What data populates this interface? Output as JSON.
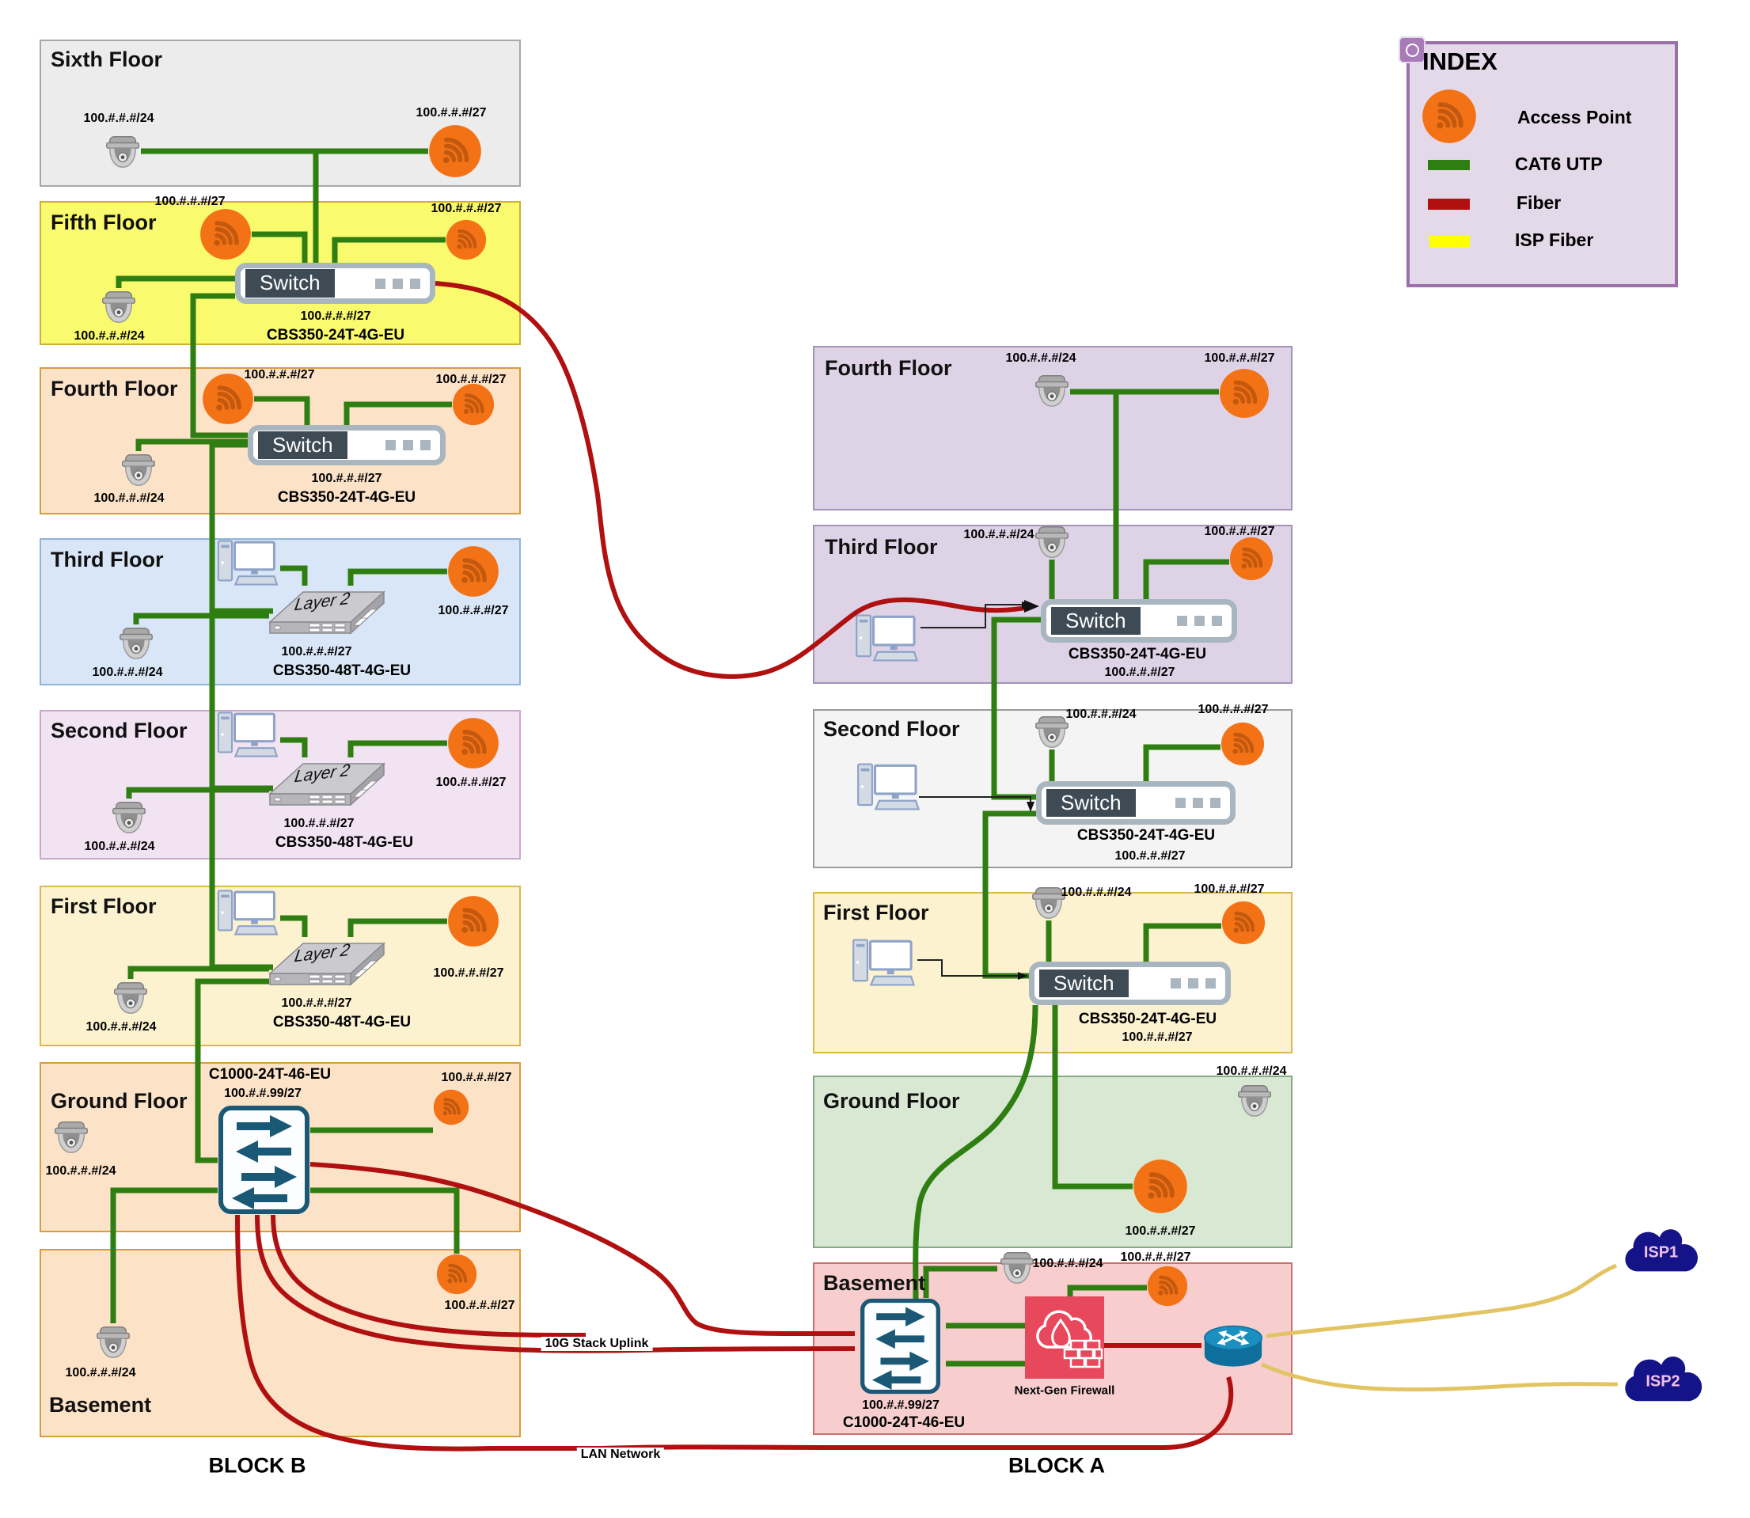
{
  "legend": {
    "title": "INDEX",
    "access_point_label": "Access Point",
    "cat6_label": "CAT6 UTP",
    "fiber_label": "Fiber",
    "isp_fiber_label": "ISP Fiber"
  },
  "colors": {
    "cat6": "#2f7e11",
    "fiber": "#b01010",
    "isp_fiber": "#e3c462",
    "access_point": "#f47216"
  },
  "labels": {
    "stack_uplink": "10G Stack Uplink",
    "lan": "LAN Network"
  },
  "isps": [
    {
      "name": "ISP1"
    },
    {
      "name": "ISP2"
    }
  ],
  "blocks": {
    "block_b": {
      "label": "BLOCK B",
      "floors": [
        {
          "name": "Sixth Floor",
          "camera_ip": "100.#.#.#/24",
          "ap_ip": "100.#.#.#/27"
        },
        {
          "name": "Fifth Floor",
          "ap1_ip": "100.#.#.#/27",
          "ap2_ip": "100.#.#.#/27",
          "camera_ip": "100.#.#.#/24",
          "switch_text": "Switch",
          "switch_ip": "100.#.#.#/27",
          "switch_model": "CBS350-24T-4G-EU"
        },
        {
          "name": "Fourth Floor",
          "ap1_ip": "100.#.#.#/27",
          "ap2_ip": "100.#.#.#/27",
          "camera_ip": "100.#.#.#/24",
          "switch_text": "Switch",
          "switch_ip": "100.#.#.#/27",
          "switch_model": "CBS350-24T-4G-EU"
        },
        {
          "name": "Third Floor",
          "device_text": "Layer 2",
          "ap_ip": "100.#.#.#/27",
          "camera_ip": "100.#.#.#/24",
          "switch_ip": "100.#.#.#/27",
          "switch_model": "CBS350-48T-4G-EU"
        },
        {
          "name": "Second Floor",
          "device_text": "Layer 2",
          "ap_ip": "100.#.#.#/27",
          "camera_ip": "100.#.#.#/24",
          "switch_ip": "100.#.#.#/27",
          "switch_model": "CBS350-48T-4G-EU"
        },
        {
          "name": "First Floor",
          "device_text": "Layer 2",
          "ap_ip": "100.#.#.#/27",
          "camera_ip": "100.#.#.#/24",
          "switch_ip": "100.#.#.#/27",
          "switch_model": "CBS350-48T-4G-EU"
        },
        {
          "name": "Ground Floor",
          "switch_model": "C1000-24T-46-EU",
          "switch_ip": "100.#.#.99/27",
          "ap_ip": "100.#.#.#/27",
          "camera_ip": "100.#.#.#/24"
        },
        {
          "name": "Basement",
          "camera_ip": "100.#.#.#/24",
          "ap_ip": "100.#.#.#/27"
        }
      ]
    },
    "block_a": {
      "label": "BLOCK A",
      "floors": [
        {
          "name": "Fourth Floor",
          "camera_ip": "100.#.#.#/24",
          "ap_ip": "100.#.#.#/27"
        },
        {
          "name": "Third Floor",
          "camera_ip": "100.#.#.#/24",
          "ap_ip": "100.#.#.#/27",
          "switch_text": "Switch",
          "switch_model": "CBS350-24T-4G-EU",
          "switch_ip": "100.#.#.#/27"
        },
        {
          "name": "Second Floor",
          "camera_ip": "100.#.#.#/24",
          "ap_ip": "100.#.#.#/27",
          "switch_text": "Switch",
          "switch_model": "CBS350-24T-4G-EU",
          "switch_ip": "100.#.#.#/27"
        },
        {
          "name": "First Floor",
          "camera_ip": "100.#.#.#/24",
          "ap_ip": "100.#.#.#/27",
          "switch_text": "Switch",
          "switch_model": "CBS350-24T-4G-EU",
          "switch_ip": "100.#.#.#/27"
        },
        {
          "name": "Ground Floor",
          "camera_ip": "100.#.#.#/24",
          "ap_ip": "100.#.#.#/27"
        },
        {
          "name": "Basement",
          "switch_ip": "100.#.#.99/27",
          "switch_model": "C1000-24T-46-EU",
          "camera_ip": "100.#.#.#/24",
          "ap_ip": "100.#.#.#/27",
          "firewall_label": "Next-Gen Firewall"
        }
      ]
    }
  }
}
